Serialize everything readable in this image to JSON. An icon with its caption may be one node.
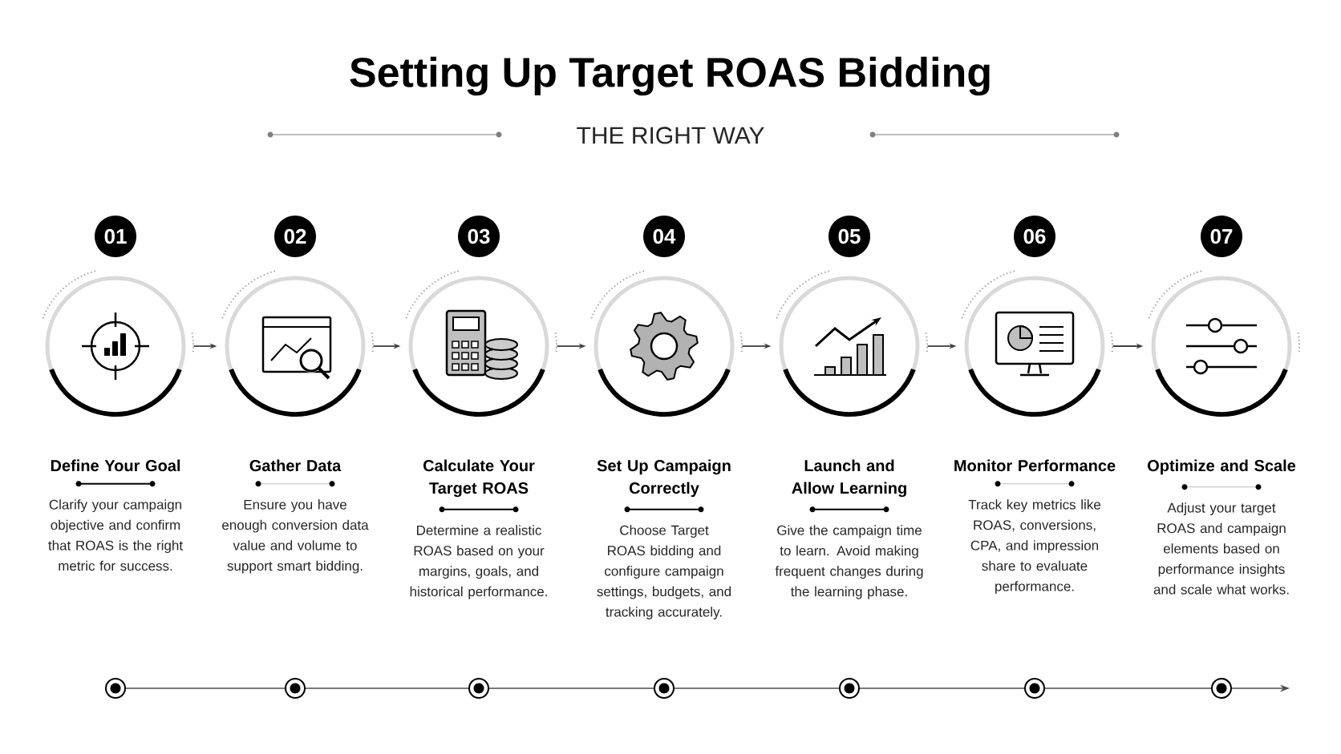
{
  "diagram": {
    "title": "Setting Up Target ROAS Bidding",
    "nodes": [
      {
        "text": [
          "01"
        ]
      },
      {
        "text": [],
        "shape": "circle"
      },
      {
        "text": [
          "02"
        ]
      },
      {
        "text": [],
        "shape": "circle"
      },
      {
        "text": [
          "03"
        ]
      },
      {
        "text": [],
        "shape": "circle"
      },
      {
        "text": [
          "04"
        ]
      },
      {
        "text": [],
        "shape": "circle"
      },
      {
        "text": [
          "05"
        ]
      },
      {
        "text": [],
        "shape": "circle"
      },
      {
        "text": [
          "06"
        ]
      },
      {
        "text": [],
        "shape": "circle"
      },
      {
        "text": [
          "07"
        ]
      },
      {
        "text": [],
        "shape": "circle"
      }
    ],
    "edges": [
      {
        "from": 1,
        "to": 3,
        "arrow": "to"
      },
      {
        "from": 3,
        "to": 5,
        "arrow": "to"
      },
      {
        "from": 5,
        "to": 7,
        "arrow": "to"
      },
      {
        "from": 7,
        "to": 9,
        "arrow": "to"
      },
      {
        "from": 9,
        "to": 11,
        "arrow": "to"
      },
      {
        "from": 11,
        "to": 13,
        "arrow": "to"
      }
    ],
    "labels": [
      "THE RIGHT WAY",
      "Define Your Goal",
      "Clarify your campaign objective and confirm that ROAS is the right metric for success.",
      "Gather Data",
      "Ensure you have enough conversion data value and volume to support smart bidding.",
      "Calculate Your Target ROAS",
      "Determine a realistic ROAS based on your margins, goals, and historical performance.",
      "Set Up Campaign Correctly",
      "Choose Target ROAS bidding and configure campaign settings, budgets, and tracking accurately.",
      "Launch and Allow Learning",
      "Give the campaign time to learn. Avoid making frequent changes during the learning phase.",
      "Monitor Performance",
      "Track key metrics like ROAS, conversions, CPA, and impression share to evaluate performance.",
      "Optimize and Scale",
      "Adjust your target ROAS and campaign elements based on performance insights and scale what works."
    ]
  }
}
